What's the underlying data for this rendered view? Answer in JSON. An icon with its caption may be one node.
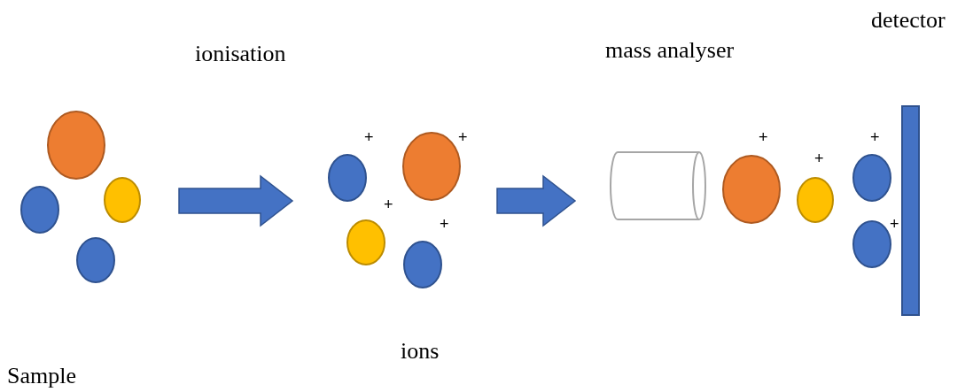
{
  "diagram": {
    "nodes": [
      {
        "text": [],
        "shape": "circle",
        "beside": [
          "Sample"
        ]
      },
      {
        "text": [],
        "shape": "circle",
        "beside": [
          "ions"
        ]
      },
      {
        "text": [],
        "shape": "cylinder",
        "beside": [
          "mass analyser"
        ]
      },
      {
        "text": [],
        "shape": "circle"
      },
      {
        "text": [],
        "shape": "bar",
        "beside": [
          "detector"
        ]
      }
    ],
    "edges": [
      {
        "from": 0,
        "to": 1,
        "arrow": "to",
        "style": "thick"
      },
      {
        "from": 1,
        "to": 2,
        "arrow": "to",
        "style": "thick"
      }
    ],
    "labels": [
      "ionisation",
      "+",
      "+",
      "+",
      "+",
      "+",
      "+",
      "+",
      "+"
    ]
  }
}
